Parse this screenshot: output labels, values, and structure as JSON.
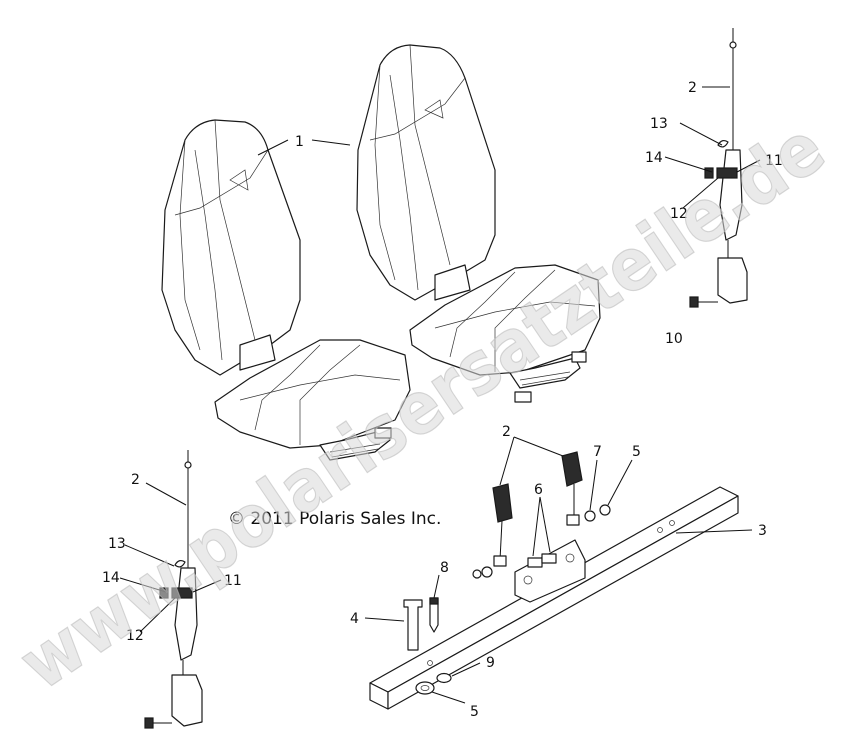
{
  "copyright": "© 2011 Polaris Sales Inc.",
  "watermark": "www.polarisersatzteile.de",
  "callouts": {
    "seat_1": "1",
    "belt_upper_right": "2",
    "belt_13_right": "13",
    "belt_14_right": "14",
    "belt_11_right": "11",
    "belt_12_right": "12",
    "belt_10_right": "10",
    "belt_upper_left": "2",
    "belt_13_left": "13",
    "belt_14_left": "14",
    "belt_11_left": "11",
    "belt_12_left": "12",
    "buckle_2": "2",
    "washer_7": "7",
    "nut_5_top": "5",
    "bolt_6": "6",
    "crossbar_3": "3",
    "pin_8": "8",
    "bolt_4": "4",
    "nut_9": "9",
    "nut_5_bottom": "5"
  },
  "colors": {
    "lines": "#111111",
    "watermark": "#d9d9d9"
  }
}
